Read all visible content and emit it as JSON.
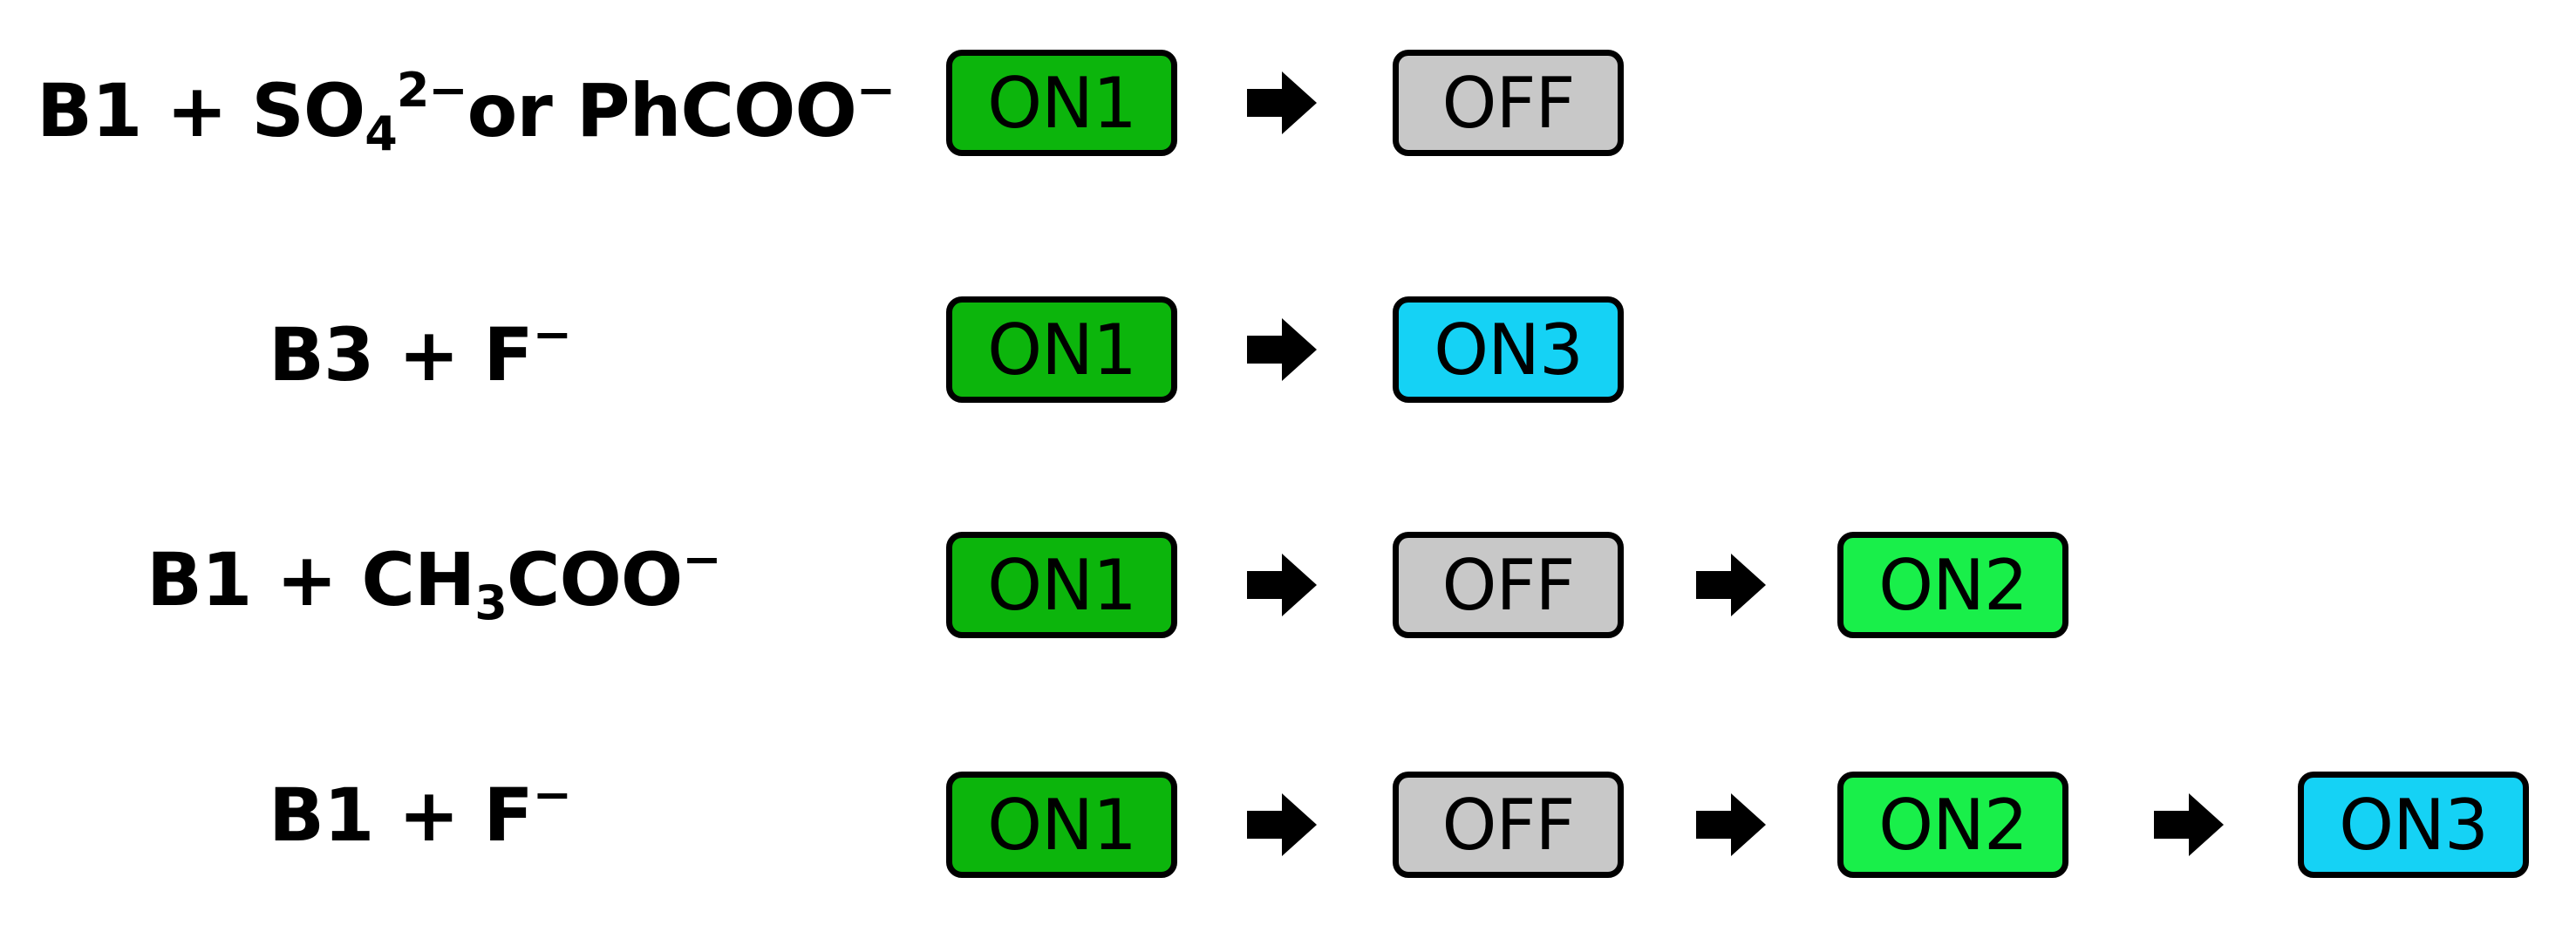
{
  "colors": {
    "ON1": "#0cb50c",
    "ON2": "#19ef4a",
    "ON3": "#15d2f5",
    "OFF": "#c8c8c8"
  },
  "rows": [
    {
      "label_parts": [
        "B1 + SO",
        "4",
        "2−",
        "or PhCOO",
        "−"
      ],
      "states": [
        "ON1",
        "OFF"
      ]
    },
    {
      "label_parts": [
        "B3 + F",
        "−"
      ],
      "states": [
        "ON1",
        "ON3"
      ]
    },
    {
      "label_parts": [
        "B1 + CH",
        "3",
        "COO",
        "−"
      ],
      "states": [
        "ON1",
        "OFF",
        "ON2"
      ]
    },
    {
      "label_parts": [
        "B1 + F",
        "−"
      ],
      "states": [
        "ON1",
        "OFF",
        "ON2",
        "ON3"
      ]
    }
  ]
}
